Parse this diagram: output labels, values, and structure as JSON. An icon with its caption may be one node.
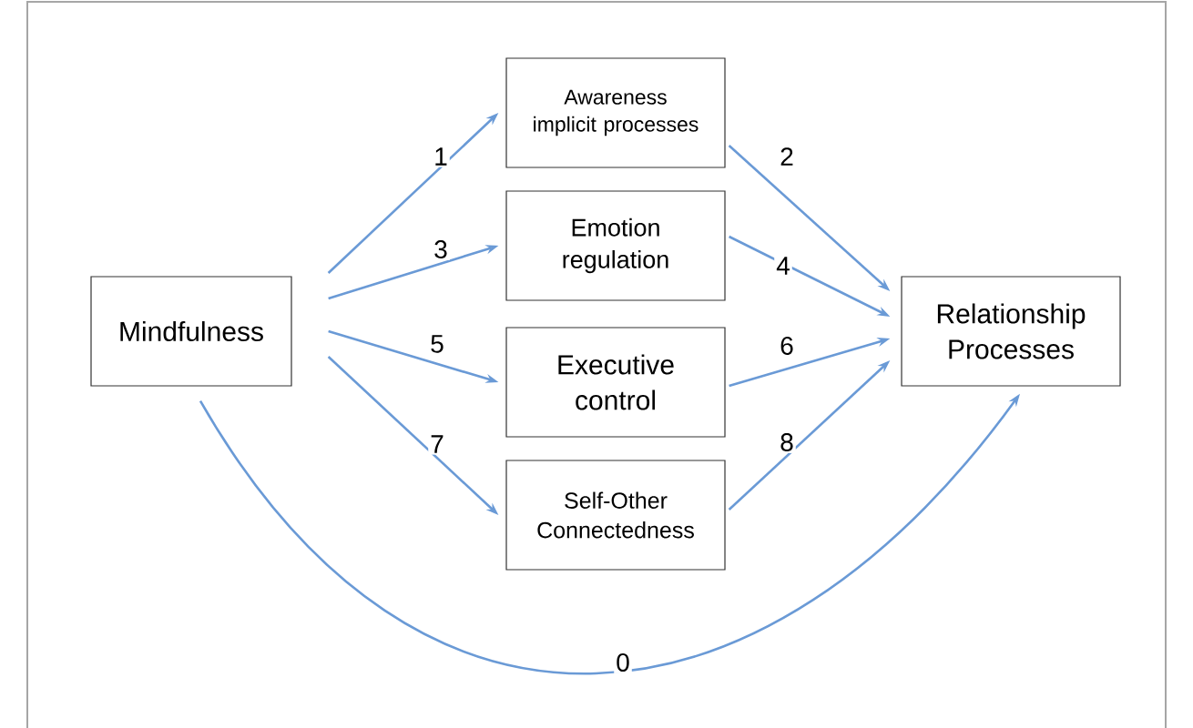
{
  "diagram": {
    "nodes": [
      {
        "text": [
          "Mindfulness"
        ]
      },
      {
        "text": [
          "Awareness implicit processes"
        ]
      },
      {
        "text": [
          "Emotion regulation"
        ]
      },
      {
        "text": [
          "Executive control"
        ]
      },
      {
        "text": [
          "Self-Other Connectedness"
        ]
      },
      {
        "text": [
          "Relationship Processes"
        ]
      }
    ],
    "edges": [
      {
        "from": 0,
        "to": 1,
        "arrow": "to",
        "label": "1"
      },
      {
        "from": 1,
        "to": 5,
        "arrow": "to",
        "label": "2"
      },
      {
        "from": 0,
        "to": 2,
        "arrow": "to",
        "label": "3"
      },
      {
        "from": 2,
        "to": 5,
        "arrow": "to",
        "label": "4"
      },
      {
        "from": 0,
        "to": 3,
        "arrow": "to",
        "label": "5"
      },
      {
        "from": 3,
        "to": 5,
        "arrow": "to",
        "label": "6"
      },
      {
        "from": 0,
        "to": 4,
        "arrow": "to",
        "label": "7"
      },
      {
        "from": 4,
        "to": 5,
        "arrow": "to",
        "label": "8"
      },
      {
        "from": 0,
        "to": 5,
        "arrow": "to",
        "label": "0"
      }
    ]
  }
}
